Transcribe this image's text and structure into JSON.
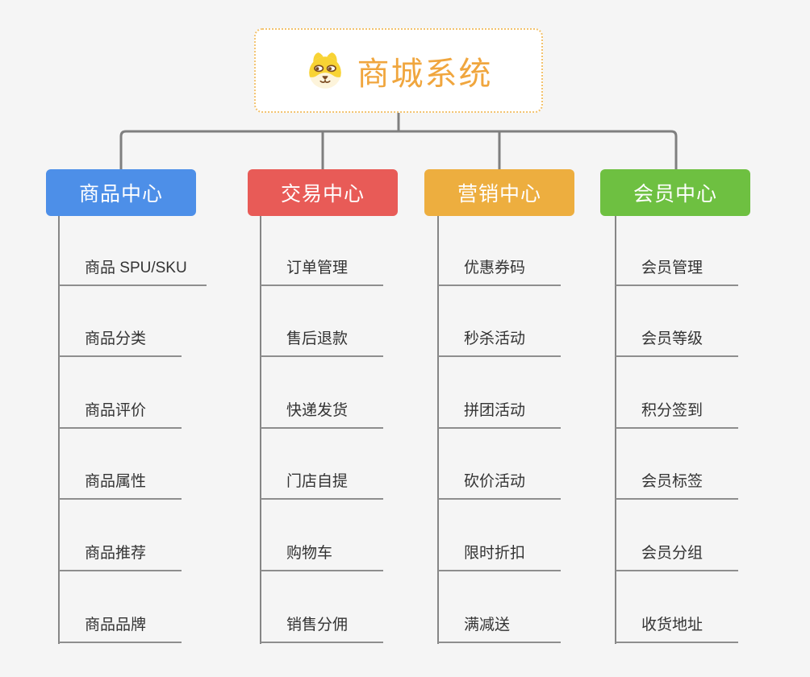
{
  "page": {
    "background_color": "#f5f5f5",
    "connector_color": "#7f7f7f",
    "leaf_line_color": "#8e8e8e",
    "leaf_text_color": "#333333"
  },
  "root": {
    "title": "商城系统",
    "icon": "dog-face-icon",
    "text_color": "#f0a63e",
    "border_color": "#f2c26e"
  },
  "branches": [
    {
      "label": "商品中心",
      "color": "#4d8fe8",
      "items": [
        "商品 SPU/SKU",
        "商品分类",
        "商品评价",
        "商品属性",
        "商品推荐",
        "商品品牌"
      ]
    },
    {
      "label": "交易中心",
      "color": "#e85b57",
      "items": [
        "订单管理",
        "售后退款",
        "快递发货",
        "门店自提",
        "购物车",
        "销售分佣"
      ]
    },
    {
      "label": "营销中心",
      "color": "#edae3f",
      "items": [
        "优惠券码",
        "秒杀活动",
        "拼团活动",
        "砍价活动",
        "限时折扣",
        "满减送"
      ]
    },
    {
      "label": "会员中心",
      "color": "#6ec041",
      "items": [
        "会员管理",
        "会员等级",
        "积分签到",
        "会员标签",
        "会员分组",
        "收货地址"
      ]
    }
  ]
}
